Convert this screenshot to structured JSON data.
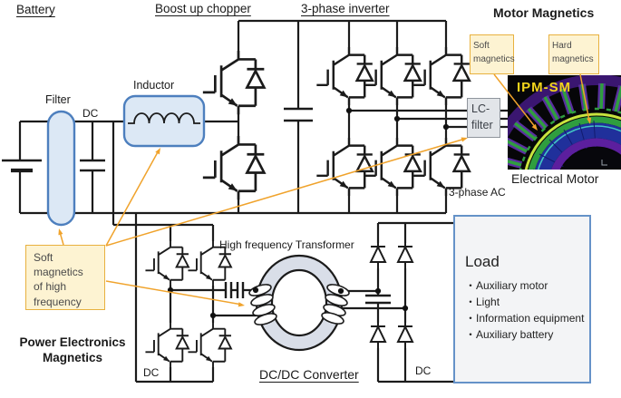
{
  "headings": {
    "battery": "Battery",
    "boost_chopper": "Boost up chopper",
    "inverter": "3-phase inverter",
    "motor_magnetics": "Motor Magnetics",
    "power_electronics_line1": "Power Electronics",
    "power_electronics_line2": "Magnetics",
    "dcdc": "DC/DC Converter"
  },
  "labels": {
    "filter": "Filter",
    "dc_link": "DC",
    "inductor": "Inductor",
    "lc_filter_line1": "LC-",
    "lc_filter_line2": "filter",
    "ipm_sm": "IPM-SM",
    "electrical_motor": "Electrical Motor",
    "three_phase_ac": "3-phase AC",
    "hf_transformer": "High frequency Transformer",
    "dc_out_left": "DC",
    "dc_out_right": "DC"
  },
  "callouts": {
    "soft_magnetics": "Soft magnetics",
    "hard_magnetics": "Hard magnetics",
    "soft_magnetics_hf": "Soft magnetics of high frequency"
  },
  "load": {
    "title": "Load",
    "items": [
      "・Auxiliary motor",
      "・Light",
      "・Information equipment",
      "・Auxiliary battery"
    ]
  },
  "colors": {
    "wire": "#1b1b1b",
    "component_fill": "#dce8f5",
    "component_border": "#4d7fbe",
    "callout_fill": "#fdf3d2",
    "callout_border": "#e8b13f",
    "arrow": "#f0a32c",
    "load_border": "#6592c8",
    "ipm_text": "#f2d41c"
  }
}
